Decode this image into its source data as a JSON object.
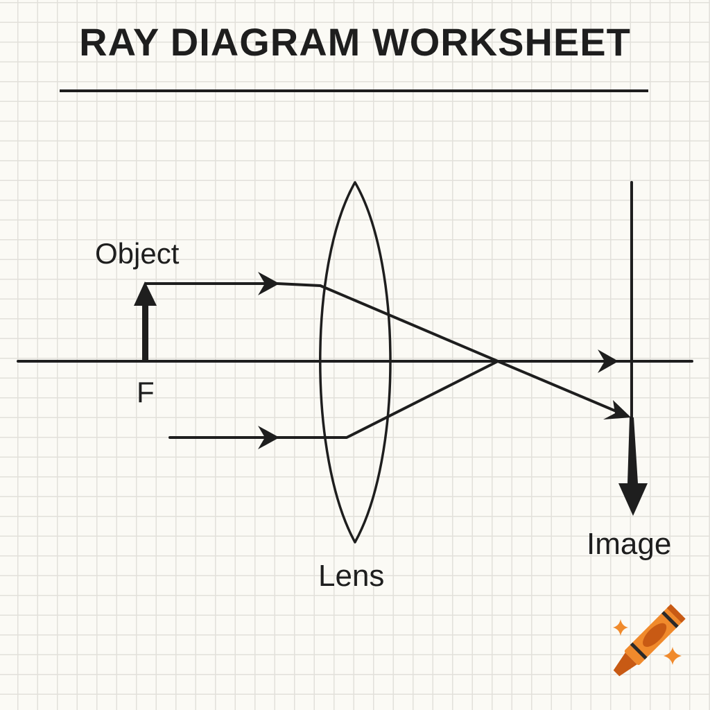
{
  "worksheet": {
    "title": "RAY DIAGRAM WORKSHEET"
  },
  "diagram": {
    "labels": {
      "object": "Object",
      "focal_point": "F",
      "lens": "Lens",
      "image": "Image"
    },
    "colors": {
      "ink": "#1e1e1e",
      "grid": "#e2e0da",
      "paper": "#fbfaf5",
      "crayon": "#f08a2c",
      "crayon_dark": "#c85a14"
    }
  },
  "decoration": {
    "icon": "crayon-icon"
  }
}
